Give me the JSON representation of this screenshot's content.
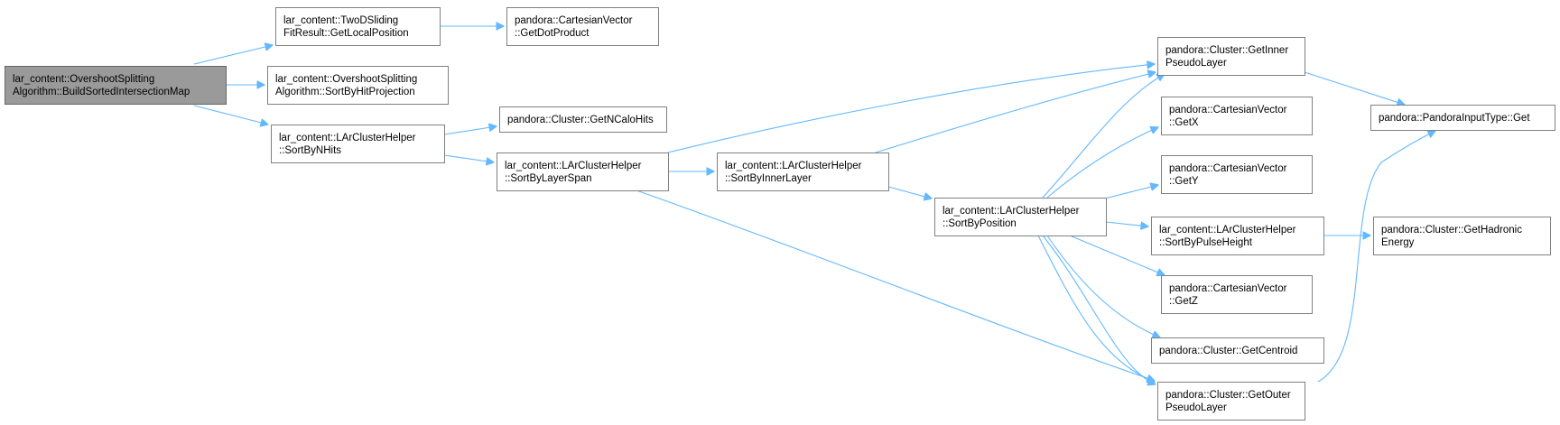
{
  "nodes": {
    "root": [
      "lar_content::OvershootSplitting",
      "Algorithm::BuildSortedIntersectionMap"
    ],
    "twod_getlocal": [
      "lar_content::TwoDSliding",
      "FitResult::GetLocalPosition"
    ],
    "sort_by_hitproj": [
      "lar_content::OvershootSplitting",
      "Algorithm::SortByHitProjection"
    ],
    "sort_by_nhits": [
      "lar_content::LArClusterHelper",
      "::SortByNHits"
    ],
    "get_dot": [
      "pandora::CartesianVector",
      "::GetDotProduct"
    ],
    "get_ncalohits": [
      "pandora::Cluster::GetNCaloHits"
    ],
    "sort_by_layerspan": [
      "lar_content::LArClusterHelper",
      "::SortByLayerSpan"
    ],
    "sort_by_innerlayer": [
      "lar_content::LArClusterHelper",
      "::SortByInnerLayer"
    ],
    "sort_by_position": [
      "lar_content::LArClusterHelper",
      "::SortByPosition"
    ],
    "get_inner": [
      "pandora::Cluster::GetInner",
      "PseudoLayer"
    ],
    "get_x": [
      "pandora::CartesianVector",
      "::GetX"
    ],
    "get_y": [
      "pandora::CartesianVector",
      "::GetY"
    ],
    "sort_by_pulse": [
      "lar_content::LArClusterHelper",
      "::SortByPulseHeight"
    ],
    "get_z": [
      "pandora::CartesianVector",
      "::GetZ"
    ],
    "get_centroid": [
      "pandora::Cluster::GetCentroid"
    ],
    "get_outer": [
      "pandora::Cluster::GetOuter",
      "PseudoLayer"
    ],
    "pandora_input_get": [
      "pandora::PandoraInputType::Get"
    ],
    "get_hadronic": [
      "pandora::Cluster::GetHadronic",
      "Energy"
    ]
  },
  "edges": [
    [
      "root",
      "twod_getlocal"
    ],
    [
      "root",
      "sort_by_hitproj"
    ],
    [
      "root",
      "sort_by_nhits"
    ],
    [
      "twod_getlocal",
      "get_dot"
    ],
    [
      "sort_by_nhits",
      "get_ncalohits"
    ],
    [
      "sort_by_nhits",
      "sort_by_layerspan"
    ],
    [
      "sort_by_layerspan",
      "get_inner"
    ],
    [
      "sort_by_layerspan",
      "sort_by_innerlayer"
    ],
    [
      "sort_by_layerspan",
      "get_outer"
    ],
    [
      "sort_by_innerlayer",
      "get_inner"
    ],
    [
      "sort_by_innerlayer",
      "sort_by_position"
    ],
    [
      "sort_by_position",
      "get_inner"
    ],
    [
      "sort_by_position",
      "get_x"
    ],
    [
      "sort_by_position",
      "get_y"
    ],
    [
      "sort_by_position",
      "sort_by_pulse"
    ],
    [
      "sort_by_position",
      "get_z"
    ],
    [
      "sort_by_position",
      "get_centroid"
    ],
    [
      "sort_by_position",
      "get_outer"
    ],
    [
      "get_inner",
      "pandora_input_get"
    ],
    [
      "sort_by_pulse",
      "get_hadronic"
    ],
    [
      "get_outer",
      "pandora_input_get"
    ]
  ],
  "colors": {
    "edge": "#63b8ff",
    "node_border": "#808080",
    "root_fill": "#9a9a9a"
  }
}
